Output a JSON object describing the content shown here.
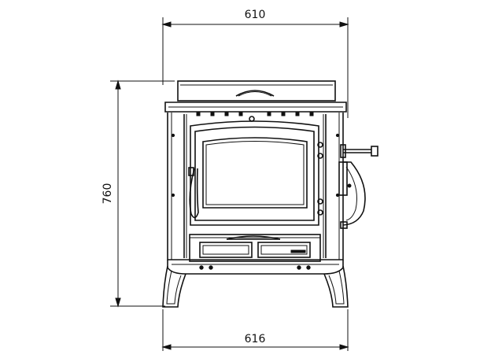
{
  "dimensions": {
    "top_width": "610",
    "bottom_width": "616",
    "height": "760"
  },
  "subject": {
    "outline_color": "#111111",
    "background": "#ffffff"
  }
}
